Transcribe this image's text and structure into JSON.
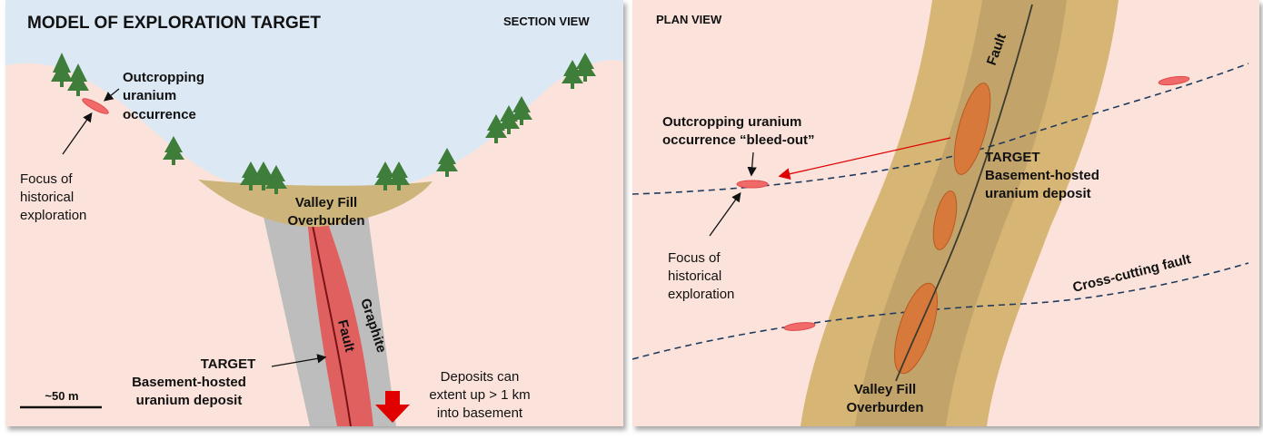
{
  "section": {
    "title": "MODEL OF EXPLORATION TARGET",
    "view_label": "SECTION VIEW",
    "outcrop_label": [
      "Outcropping",
      "uranium",
      "occurrence"
    ],
    "focus_label": [
      "Focus of",
      "historical",
      "exploration"
    ],
    "valley_fill_label": [
      "Valley Fill",
      "Overburden"
    ],
    "fault_label": "Fault",
    "graphite_label": "Graphite",
    "target_label": [
      "TARGET",
      "Basement-hosted",
      "uranium deposit"
    ],
    "scale_label": "~50 m",
    "deposit_note": [
      "Deposits can",
      "extent up > 1 km",
      "into basement"
    ]
  },
  "plan": {
    "view_label": "PLAN VIEW",
    "fault_label": "Fault",
    "outcrop_label": [
      "Outcropping uranium",
      "occurrence “bleed-out”"
    ],
    "target_label": [
      "TARGET",
      "Basement-hosted",
      "uranium deposit"
    ],
    "focus_label": [
      "Focus of",
      "historical",
      "exploration"
    ],
    "cross_fault_label": "Cross-cutting fault",
    "valley_fill_label": [
      "Valley Fill",
      "Overburden"
    ]
  },
  "colors": {
    "sky": "#dce8f4",
    "ground": "#fbe3db",
    "valley_fill": "#cdb47a",
    "graphite": "#bdbdbd",
    "deposit": "#e06060",
    "plan_outer_band": "#d7b575",
    "plan_inner_band": "#c2a46b",
    "plan_ore": "#d6793a",
    "tree": "#3f7d3a",
    "arrow_red": "#e00000",
    "dashed_fault": "#1f3a5f"
  }
}
